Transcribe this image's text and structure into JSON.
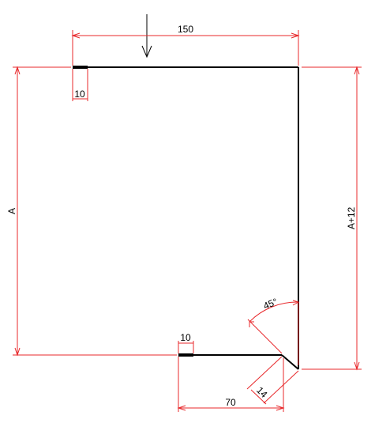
{
  "labels": {
    "top_width": "150",
    "top_hem": "10",
    "left_height": "A",
    "right_height": "A+12",
    "angle": "45°",
    "bottom_hem": "10",
    "bottom_width": "70",
    "slant": "14"
  },
  "colors": {
    "dimension": "#e8282b",
    "part": "#000000",
    "background": "#ffffff"
  }
}
